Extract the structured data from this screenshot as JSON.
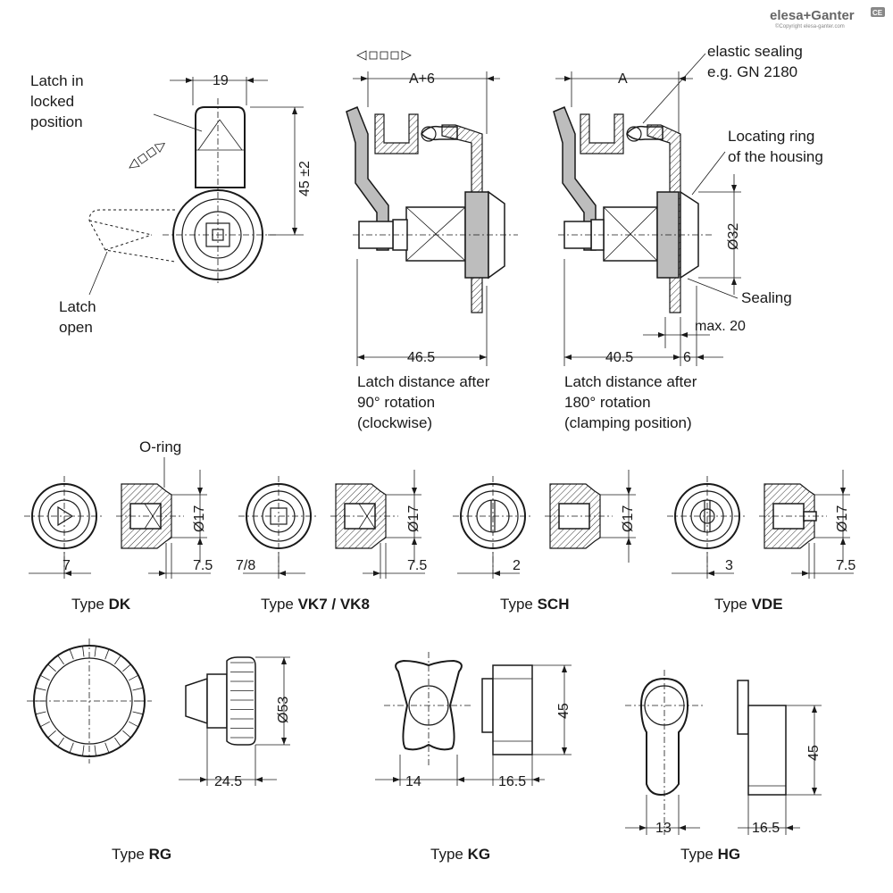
{
  "brand": {
    "logo": "elesa+Ganter",
    "copyright": "©Copyright elesa-ganter.com",
    "ce": "CE"
  },
  "top": {
    "latch_locked": [
      "Latch in",
      "locked",
      "position"
    ],
    "latch_open": [
      "Latch",
      "open"
    ],
    "dim_19": "19",
    "dim_45": "45 ±2",
    "dim_a6": "A+6",
    "dim_a": "A",
    "dim_465": "46.5",
    "dim_405": "40.5",
    "dim_6": "6",
    "dim_max20": "max. 20",
    "dim_32": "Ø32",
    "elastic": [
      "elastic sealing",
      "e.g. GN 2180"
    ],
    "locating": [
      "Locating ring",
      "of the housing"
    ],
    "sealing": "Sealing",
    "note_90": [
      "Latch distance after",
      "90° rotation",
      "(clockwise)"
    ],
    "note_180": [
      "Latch distance after",
      "180° rotation",
      "(clamping position)"
    ]
  },
  "inserts": [
    {
      "prefix": "Type ",
      "code": "DK",
      "dim_a": "7",
      "dim_b": "7.5",
      "dia": "Ø17",
      "extra": "O-ring",
      "icon": "triangle-insert-icon"
    },
    {
      "prefix": "Type ",
      "code": "VK7 / VK8",
      "dim_a": "7/8",
      "dim_b": "7.5",
      "dia": "Ø17",
      "icon": "square-insert-icon"
    },
    {
      "prefix": "Type ",
      "code": "SCH",
      "dim_a": "2",
      "dia": "Ø17",
      "icon": "slot-insert-icon"
    },
    {
      "prefix": "Type ",
      "code": "VDE",
      "dim_a": "3",
      "dim_b": "7.5",
      "dia": "Ø17",
      "icon": "double-bit-insert-icon"
    }
  ],
  "handles": [
    {
      "prefix": "Type ",
      "code": "RG",
      "dim_w": "24.5",
      "dim_h": "Ø53",
      "icon": "knurled-knob-icon"
    },
    {
      "prefix": "Type ",
      "code": "KG",
      "dim_w": "14",
      "dim_w2": "16.5",
      "dim_h": "45",
      "icon": "wing-knob-icon"
    },
    {
      "prefix": "Type ",
      "code": "HG",
      "dim_w": "13",
      "dim_w2": "16.5",
      "dim_h": "45",
      "icon": "lever-handle-icon"
    }
  ]
}
